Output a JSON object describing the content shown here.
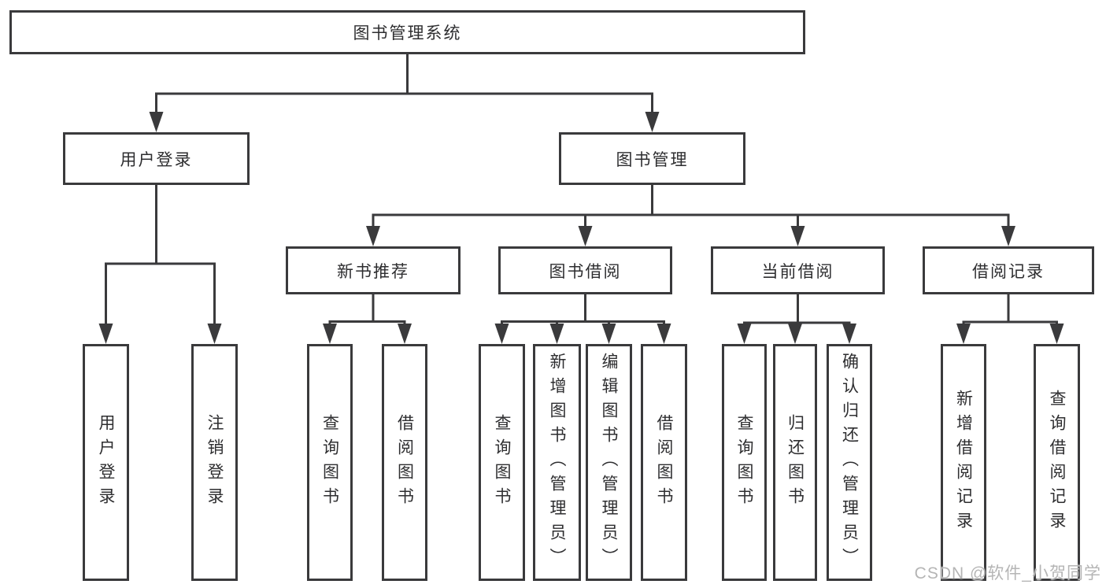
{
  "diagram": {
    "type": "hierarchy-tree",
    "root": {
      "label": "图书管理系统",
      "children": [
        {
          "label": "用户登录",
          "children": [
            {
              "label": "用户登录"
            },
            {
              "label": "注销登录"
            }
          ]
        },
        {
          "label": "图书管理",
          "children": [
            {
              "label": "新书推荐",
              "children": [
                {
                  "label": "查询图书"
                },
                {
                  "label": "借阅图书"
                }
              ]
            },
            {
              "label": "图书借阅",
              "children": [
                {
                  "label": "查询图书"
                },
                {
                  "label": "新增图书（管理员）"
                },
                {
                  "label": "编辑图书（管理员）"
                },
                {
                  "label": "借阅图书"
                }
              ]
            },
            {
              "label": "当前借阅",
              "children": [
                {
                  "label": "查询图书"
                },
                {
                  "label": "归还图书"
                },
                {
                  "label": "确认归还（管理员）"
                }
              ]
            },
            {
              "label": "借阅记录",
              "children": [
                {
                  "label": "新增借阅记录"
                },
                {
                  "label": "查询借阅记录"
                }
              ]
            }
          ]
        }
      ]
    }
  },
  "watermark": {
    "text": "CSDN @软件_小贺同学"
  },
  "colors": {
    "line": "#3a3a3c",
    "text": "#2e2e30",
    "background": "#ffffff",
    "watermark": "#b5b5b5"
  }
}
